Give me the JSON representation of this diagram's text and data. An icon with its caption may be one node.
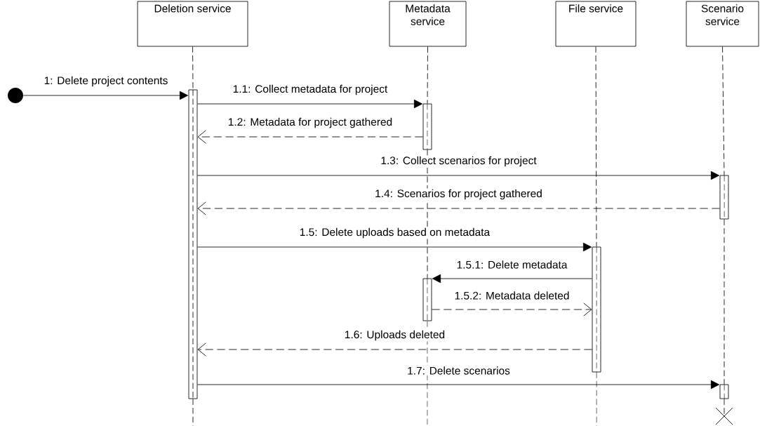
{
  "diagram": {
    "nodes": [
      {
        "text": [
          "Deletion service"
        ]
      },
      {
        "text": [
          "Metadata service"
        ]
      },
      {
        "text": [
          "File service"
        ]
      },
      {
        "text": [
          "Scenario service"
        ]
      },
      {
        "text": [],
        "shape": "circle"
      },
      {
        "text": [],
        "shape": "bar"
      },
      {
        "text": [],
        "shape": "bar"
      },
      {
        "text": [],
        "shape": "bar"
      },
      {
        "text": [],
        "shape": "bar"
      },
      {
        "text": [],
        "shape": "bar"
      },
      {
        "text": [],
        "shape": "bar"
      },
      {
        "text": [],
        "shape": "cross"
      }
    ],
    "edges": [
      {
        "from": 4,
        "to": 5,
        "arrow": "to",
        "label": "1: Delete project contents"
      },
      {
        "from": 5,
        "to": 6,
        "arrow": "to",
        "label": "1.1: Collect metadata for project"
      },
      {
        "from": 6,
        "to": 5,
        "arrow": "to",
        "label": "1.2: Metadata for project gathered",
        "style": "dashed"
      },
      {
        "from": 5,
        "to": 7,
        "arrow": "to",
        "label": "1.3: Collect scenarios for project"
      },
      {
        "from": 7,
        "to": 5,
        "arrow": "to",
        "label": "1.4: Scenarios for project gathered",
        "style": "dashed"
      },
      {
        "from": 5,
        "to": 8,
        "arrow": "to",
        "label": "1.5: Delete uploads based on metadata"
      },
      {
        "from": 8,
        "to": 9,
        "arrow": "to",
        "label": "1.5.1: Delete metadata"
      },
      {
        "from": 9,
        "to": 8,
        "arrow": "to",
        "label": "1.5.2: Metadata deleted",
        "style": "dashed"
      },
      {
        "from": 8,
        "to": 5,
        "arrow": "to",
        "label": "1.6: Uploads deleted",
        "style": "dashed"
      },
      {
        "from": 5,
        "to": 10,
        "arrow": "to",
        "label": "1.7: Delete scenarios"
      },
      {
        "from": 0,
        "to": 5,
        "arrow": "none",
        "style": "dashed"
      },
      {
        "from": 5,
        "to": null,
        "arrow": "none",
        "style": "dashed"
      },
      {
        "from": 1,
        "to": 6,
        "arrow": "none",
        "style": "dashed"
      },
      {
        "from": 6,
        "to": 9,
        "arrow": "none",
        "style": "dashed"
      },
      {
        "from": 9,
        "to": null,
        "arrow": "none",
        "style": "dashed"
      },
      {
        "from": 2,
        "to": 8,
        "arrow": "none",
        "style": "dashed"
      },
      {
        "from": 8,
        "to": null,
        "arrow": "none",
        "style": "dashed"
      },
      {
        "from": 3,
        "to": 7,
        "arrow": "none",
        "style": "dashed"
      },
      {
        "from": 7,
        "to": 10,
        "arrow": "none",
        "style": "dashed"
      },
      {
        "from": 10,
        "to": 11,
        "arrow": "none",
        "style": "dashed"
      }
    ]
  }
}
